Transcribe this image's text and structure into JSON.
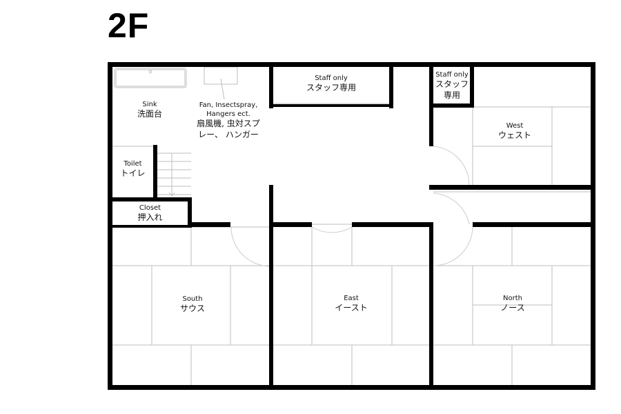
{
  "floor_label": "2F",
  "rooms": {
    "sink": {
      "en": "Sink",
      "ja": "洗面台"
    },
    "fan": {
      "en1": "Fan, Insectspray,",
      "en2": "Hangers ect.",
      "ja1": "扇風機, 虫対スプ",
      "ja2": "レー、 ハンガー"
    },
    "staff_center": {
      "en": "Staff only",
      "ja": "スタッフ専用"
    },
    "staff_right": {
      "en": "Staff only",
      "ja1": "スタッフ",
      "ja2": "専用"
    },
    "west": {
      "en": "West",
      "ja": "ウェスト"
    },
    "toilet": {
      "en": "Toilet",
      "ja": "トイレ"
    },
    "closet": {
      "en": "Closet",
      "ja": "押入れ"
    },
    "south": {
      "en": "South",
      "ja": "サウス"
    },
    "east": {
      "en": "East",
      "ja": "イースト"
    },
    "north": {
      "en": "North",
      "ja": "ノース"
    }
  },
  "colors": {
    "wall": "#000000",
    "tatami_line": "#bdbdbd",
    "door_arc": "#cccccc"
  }
}
